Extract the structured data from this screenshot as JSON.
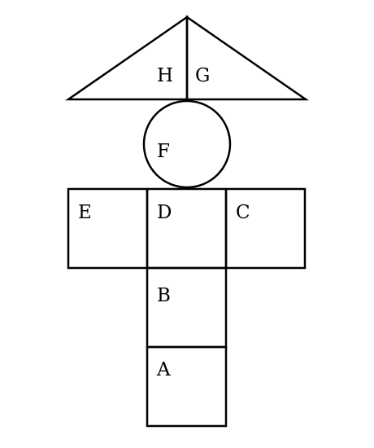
{
  "diagram": {
    "regions": [
      {
        "id": "H",
        "label": "H"
      },
      {
        "id": "G",
        "label": "G"
      },
      {
        "id": "F",
        "label": "F"
      },
      {
        "id": "E",
        "label": "E"
      },
      {
        "id": "D",
        "label": "D"
      },
      {
        "id": "C",
        "label": "C"
      },
      {
        "id": "B",
        "label": "B"
      },
      {
        "id": "A",
        "label": "A"
      }
    ],
    "colors": {
      "stroke": "#000000",
      "background": "#ffffff"
    }
  }
}
